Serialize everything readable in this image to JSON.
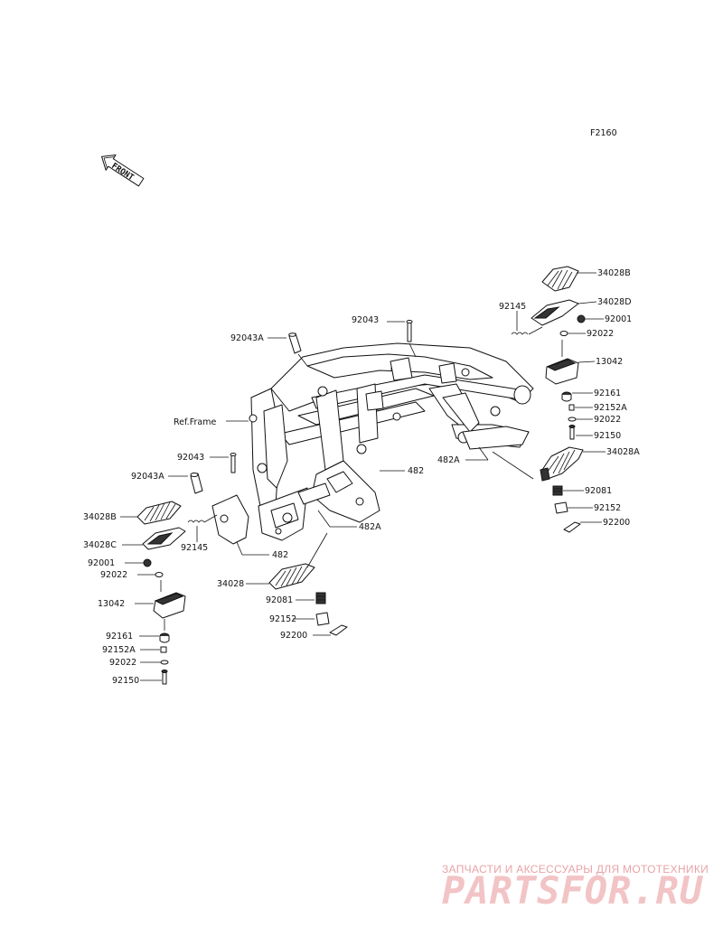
{
  "diagram": {
    "code": "F2160",
    "front_text": "FRONT",
    "ref_frame": "Ref.Frame"
  },
  "labels": {
    "p34028B_r": "34028B",
    "p34028D": "34028D",
    "p92145_r": "92145",
    "p92001_r": "92001",
    "p92022_r1": "92022",
    "p92043_top": "92043",
    "p92043A_top": "92043A",
    "p13042_r": "13042",
    "p92161_r": "92161",
    "p92152A_r": "92152A",
    "p92022_r2": "92022",
    "p92150_r": "92150",
    "p482A_r": "482A",
    "p34028A": "34028A",
    "p92081_r": "92081",
    "p92152_r": "92152",
    "p92200_r": "92200",
    "p92043_mid": "92043",
    "p482_mid": "482",
    "p92043A_mid": "92043A",
    "p482A_mid": "482A",
    "p34028B_l": "34028B",
    "p92145_l": "92145",
    "p34028C": "34028C",
    "p482_low": "482",
    "p92001_l": "92001",
    "p92022_l1": "92022",
    "p34028": "34028",
    "p92081_l": "92081",
    "p13042_l": "13042",
    "p92152_l": "92152",
    "p92200_l": "92200",
    "p92161_l": "92161",
    "p92152A_l": "92152A",
    "p92022_l2": "92022",
    "p92150_l": "92150"
  },
  "watermark": {
    "line1": "ЗАПЧАСТИ И АКСЕССУАРЫ ДЛЯ МОТОТЕХНИКИ",
    "line2": "PARTSFOR.RU"
  }
}
